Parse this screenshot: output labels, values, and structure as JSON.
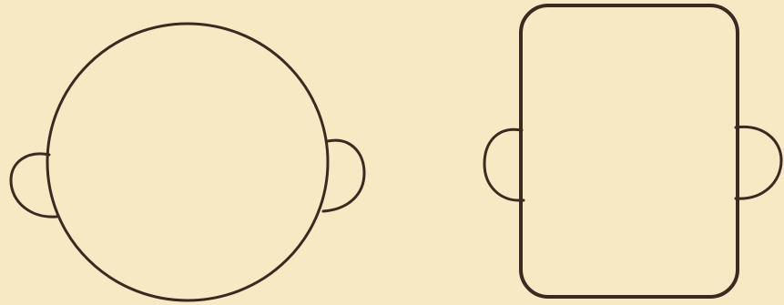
{
  "figure": {
    "background_color": "#f7e9c3",
    "stroke_color": "#3b2a20",
    "shapes": [
      {
        "name": "round-head",
        "type": "circle"
      },
      {
        "name": "square-head",
        "type": "rounded-rectangle"
      }
    ]
  }
}
